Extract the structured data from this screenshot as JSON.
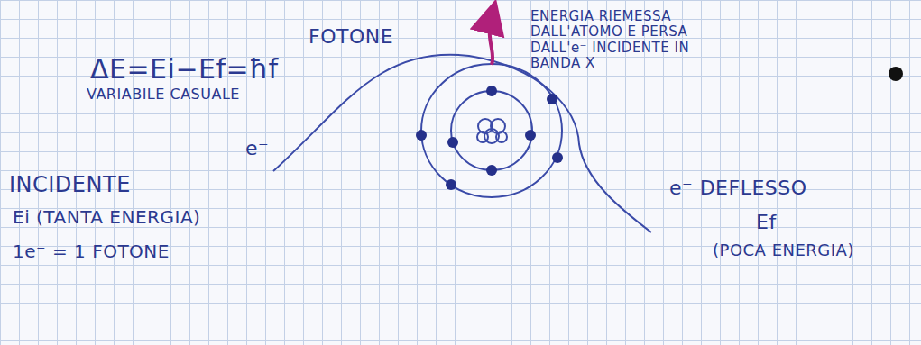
{
  "diagram": {
    "labels": [
      "ENERGIA RIEMESSA DALL'ATOMO E PERSA DALL'e⁻ INCIDENTE IN BANDA X",
      "FOTONE",
      "ΔE=Ei−Ef=ħf",
      "VARIABILE CASUALE",
      "e⁻",
      "INCIDENTE",
      "Ei (TANTA ENERGIA)",
      "1e⁻ = 1 FOTONE",
      "e⁻ DEFLESSO",
      "Ef",
      "(POCA ENERGIA)"
    ]
  }
}
